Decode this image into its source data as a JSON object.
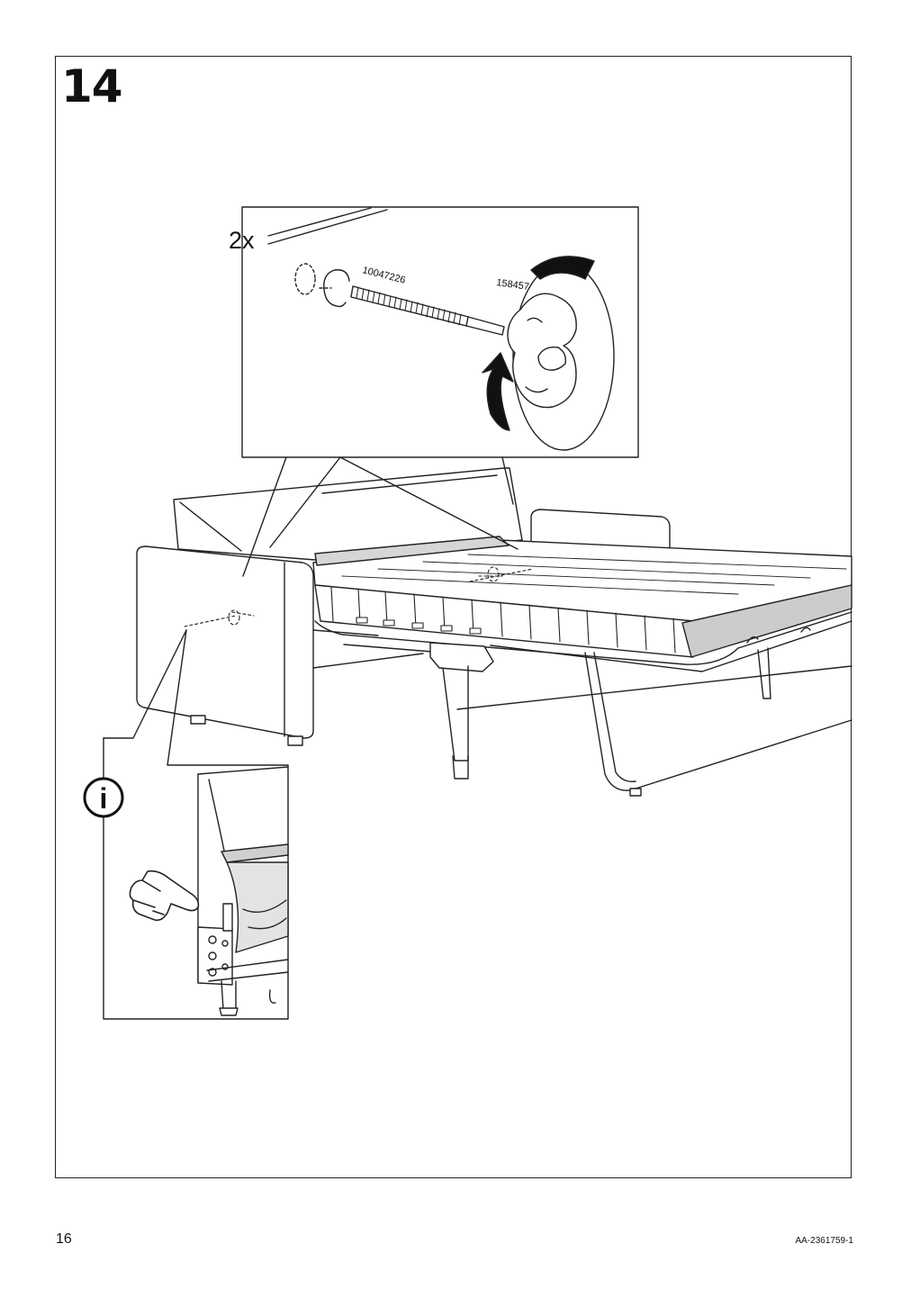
{
  "step": {
    "number": "14"
  },
  "detail": {
    "quantity": "2x",
    "bolt_part_number": "10047226",
    "knob_part_number": "158457"
  },
  "info": {
    "icon_glyph": "i"
  },
  "footer": {
    "page_number": "16",
    "document_code": "AA-2361759-1"
  }
}
